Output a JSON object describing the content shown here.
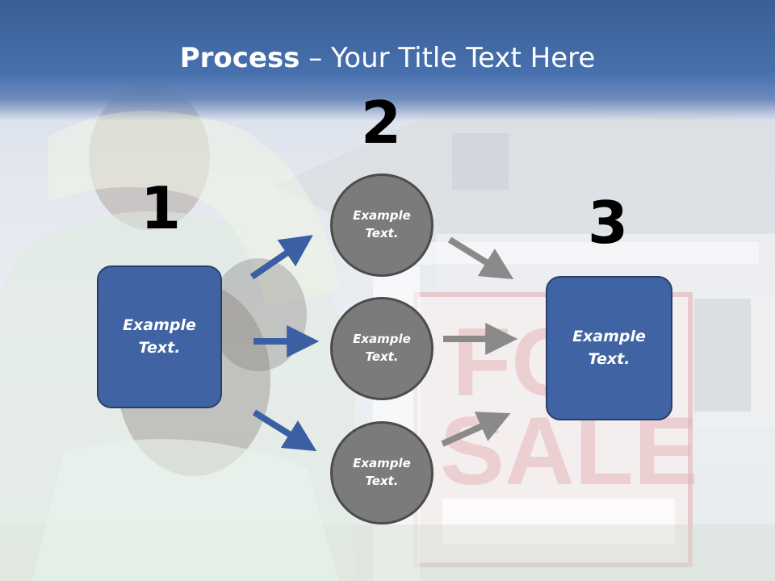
{
  "slide": {
    "title_bold": "Process",
    "title_rest": " – Your Title Text Here",
    "step_numbers": [
      "1",
      "2",
      "3"
    ],
    "left_box": "Example\nText.",
    "circles": [
      "Example\nText.",
      "Example\nText.",
      "Example\nText."
    ],
    "right_box": "Example\nText."
  },
  "colors": {
    "header": "#4670ad",
    "box_fill": "#3f63a3",
    "circle_fill": "#7b7b7b",
    "blue_arrow": "#3a5fa3",
    "gray_arrow": "#8a8a8a"
  }
}
